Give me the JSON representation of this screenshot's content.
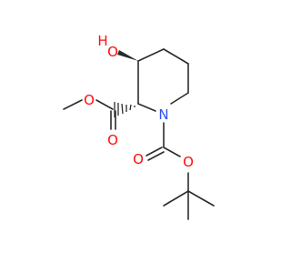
{
  "molecule": {
    "atoms": {
      "hydroxyl_h": "H",
      "hydroxyl_o": "O",
      "ester_o_single": "O",
      "ester_o_double": "O",
      "ring_n": "N",
      "boc_o_double": "O",
      "boc_o_single": "O"
    },
    "colors": {
      "bond": "#2b2b2b",
      "oxygen": "#ff0d0d",
      "nitrogen": "#3050f8"
    }
  }
}
